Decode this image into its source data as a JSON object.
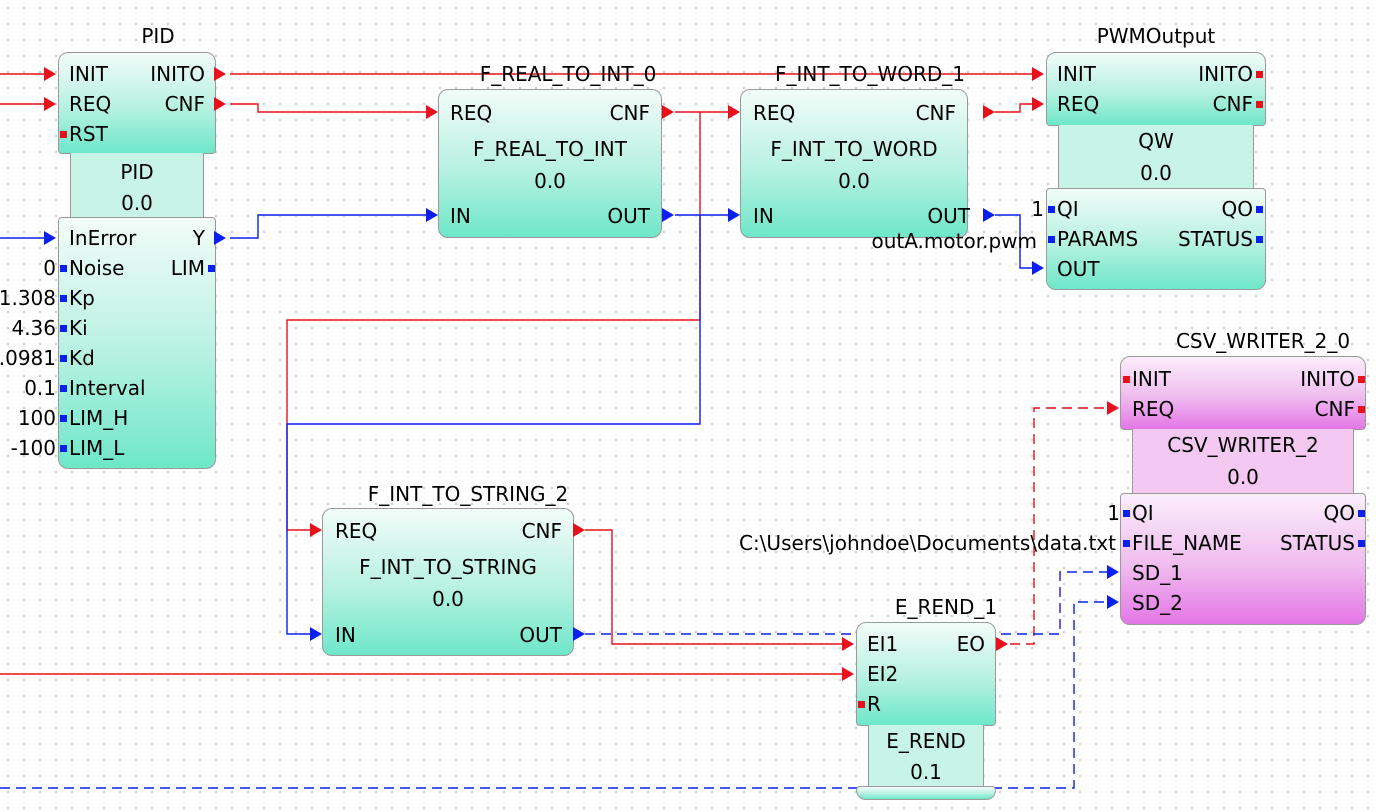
{
  "colors": {
    "event": "#e8101a",
    "data": "#0a1ff0",
    "teal": "#6ee7c9",
    "pink": "#e476e6"
  },
  "blocks": {
    "pid": {
      "instance": "PID",
      "type": "PID",
      "version": "0.0",
      "events_in": [
        "INIT",
        "REQ",
        "RST"
      ],
      "events_out": [
        "INITO",
        "CNF"
      ],
      "data_in": [
        "InError",
        "Noise",
        "Kp",
        "Ki",
        "Kd",
        "Interval",
        "LIM_H",
        "LIM_L"
      ],
      "data_out": [
        "Y",
        "LIM"
      ],
      "values": [
        "0",
        "1.308",
        "4.36",
        ".0981",
        "0.1",
        "100",
        "-100"
      ]
    },
    "real_to_int": {
      "instance": "F_REAL_TO_INT_0",
      "type": "F_REAL_TO_INT",
      "version": "0.0",
      "events_in": [
        "REQ"
      ],
      "events_out": [
        "CNF"
      ],
      "data_in": [
        "IN"
      ],
      "data_out": [
        "OUT"
      ]
    },
    "int_to_word": {
      "instance": "F_INT_TO_WORD_1",
      "type": "F_INT_TO_WORD",
      "version": "0.0",
      "events_in": [
        "REQ"
      ],
      "events_out": [
        "CNF"
      ],
      "data_in": [
        "IN"
      ],
      "data_out": [
        "OUT"
      ]
    },
    "pwm": {
      "instance": "PWMOutput",
      "type": "QW",
      "version": "0.0",
      "events_in": [
        "INIT",
        "REQ"
      ],
      "events_out": [
        "INITO",
        "CNF"
      ],
      "data_in": [
        "QI",
        "PARAMS",
        "OUT"
      ],
      "data_out": [
        "QO",
        "STATUS"
      ],
      "qi_value": "1",
      "params_value": "outA.motor.pwm"
    },
    "csv": {
      "instance": "CSV_WRITER_2_0",
      "type": "CSV_WRITER_2",
      "version": "0.0",
      "events_in": [
        "INIT",
        "REQ"
      ],
      "events_out": [
        "INITO",
        "CNF"
      ],
      "data_in": [
        "QI",
        "FILE_NAME",
        "SD_1",
        "SD_2"
      ],
      "data_out": [
        "QO",
        "STATUS"
      ],
      "qi_value": "1",
      "file_value": "C:\\Users\\johndoe\\Documents\\data.txt"
    },
    "int_to_string": {
      "instance": "F_INT_TO_STRING_2",
      "type": "F_INT_TO_STRING",
      "version": "0.0",
      "events_in": [
        "REQ"
      ],
      "events_out": [
        "CNF"
      ],
      "data_in": [
        "IN"
      ],
      "data_out": [
        "OUT"
      ]
    },
    "e_rend": {
      "instance": "E_REND_1",
      "type": "E_REND",
      "version": "0.1",
      "events_in": [
        "EI1",
        "EI2",
        "R"
      ],
      "events_out": [
        "EO"
      ]
    }
  }
}
